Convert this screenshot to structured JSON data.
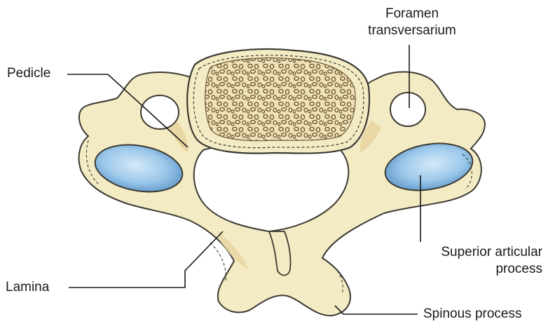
{
  "labels": {
    "foramen_line1": "Foramen",
    "foramen_line2": "transversarium",
    "pedicle": "Pedicle",
    "superior_line1": "Superior articular",
    "superior_line2": "process",
    "lamina": "Lamina",
    "spinous": "Spinous process"
  },
  "colors": {
    "bone": "#f3ebc3",
    "bone_shadow": "#e6d29c",
    "outline": "#3c3a33",
    "cartilage": "#8cbfe6",
    "cancellous_bg": "#efe2b8",
    "trabecula": "#6f5a35"
  }
}
